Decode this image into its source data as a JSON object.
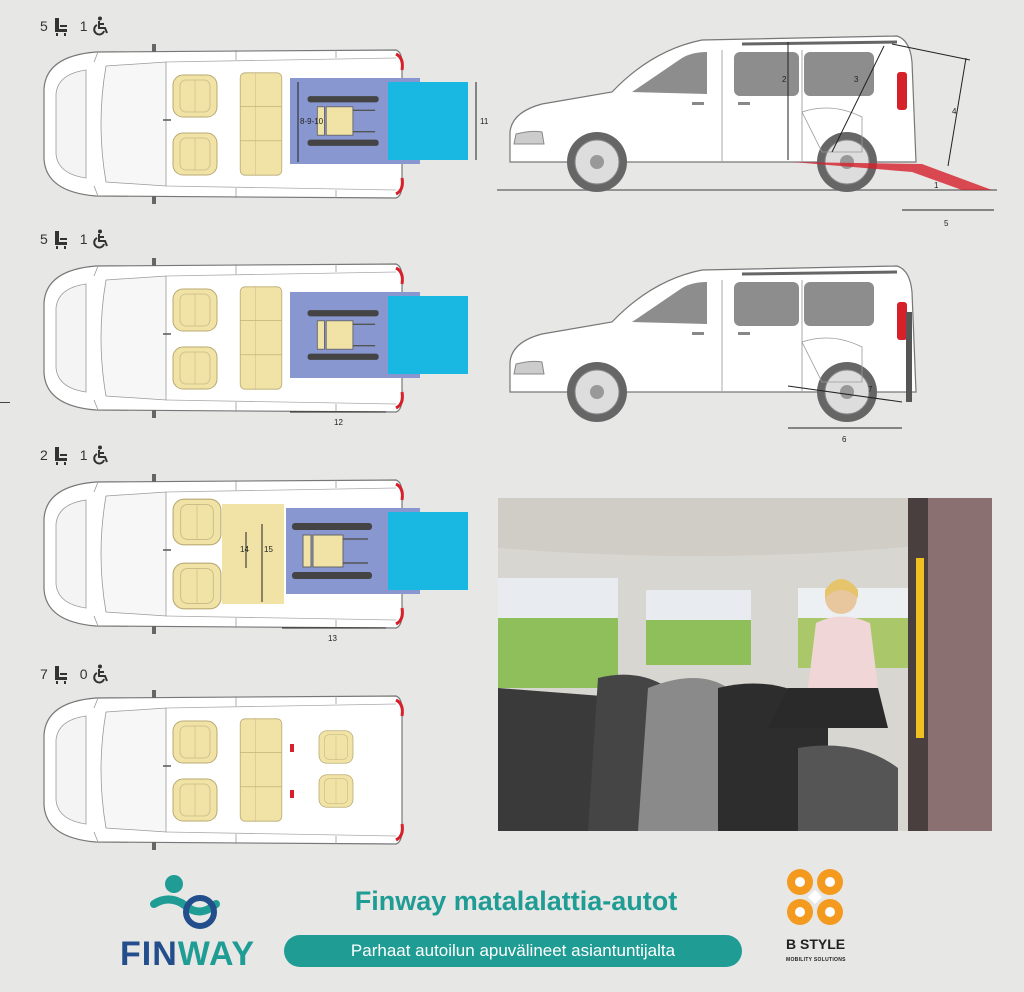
{
  "configurations": [
    {
      "seats": "5",
      "wheelchairs": "1"
    },
    {
      "seats": "5",
      "wheelchairs": "1"
    },
    {
      "seats": "2",
      "wheelchairs": "1"
    },
    {
      "seats": "7",
      "wheelchairs": "0"
    }
  ],
  "dimension_labels": {
    "d1": "1",
    "d2": "2",
    "d3": "3",
    "d4": "4",
    "d5": "5",
    "d6": "6",
    "d7": "7",
    "d8_9_10": "8-9-10",
    "d11": "11",
    "d12": "12",
    "d13": "13",
    "d14": "14",
    "d15": "15"
  },
  "footer": {
    "title": "Finway matalalattia-autot",
    "tagline": "Parhaat autoilun apuvälineet asiantuntijalta",
    "finway_logo": {
      "fin": "FIN",
      "way": "WAY"
    },
    "bstyle_logo": {
      "name": "B STYLE",
      "subtitle": "MOBILITY SOLUTIONS"
    }
  },
  "colors": {
    "seat": "#f1e3a6",
    "floor_blue": "#8897cf",
    "ramp_cyan": "#18b8e2",
    "accent_red": "#d6202a",
    "brand_teal": "#1f9c94",
    "brand_navy": "#234e8c",
    "bstyle_orange": "#f39a1f"
  },
  "icons": {
    "seat": "seat-icon",
    "wheelchair": "wheelchair-icon"
  }
}
